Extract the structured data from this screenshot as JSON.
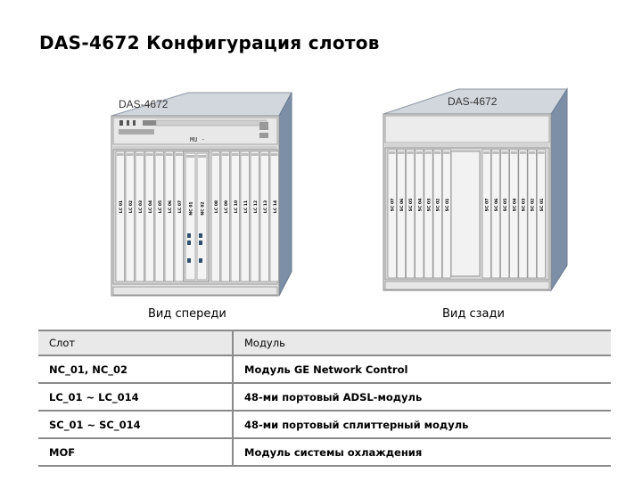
{
  "title": "DAS-4672 Конфигурация слотов",
  "front": {
    "model_label": "DAS-4672",
    "mu_label": "MU -",
    "caption": "Вид спереди",
    "left_slots": [
      "LC 01",
      "LC 02",
      "LC 03",
      "LC 04",
      "LC 05",
      "LC 06",
      "LC 07"
    ],
    "nc_slots": [
      "NC 01",
      "NC 02"
    ],
    "right_slots": [
      "LC 08",
      "LC 09",
      "LC 10",
      "LC 11",
      "LC 12",
      "LC 13",
      "LC 14"
    ]
  },
  "rear": {
    "model_label": "DAS-4672",
    "caption": "Вид сзади",
    "left_slots": [
      "SC 07",
      "SC 06",
      "SC 05",
      "SC 04",
      "SC 03",
      "SC 02",
      "SC 01"
    ],
    "right_slots": [
      "SC 07",
      "SC 06",
      "SC 05",
      "SC 04",
      "SC 03",
      "SC 02",
      "SC 01"
    ]
  },
  "table": {
    "header": {
      "slot": "Слот",
      "module": "Модуль"
    },
    "rows": [
      {
        "slot": "NC_01, NC_02",
        "module": "Модуль GE Network Control"
      },
      {
        "slot": "LC_01 ~ LC_014",
        "module": "48-ми портовый ADSL-модуль"
      },
      {
        "slot": "SC_01 ~ SC_014",
        "module": "48-ми портовый сплиттерный модуль"
      },
      {
        "slot": "MOF",
        "module": "Модуль системы охлаждения"
      }
    ]
  }
}
